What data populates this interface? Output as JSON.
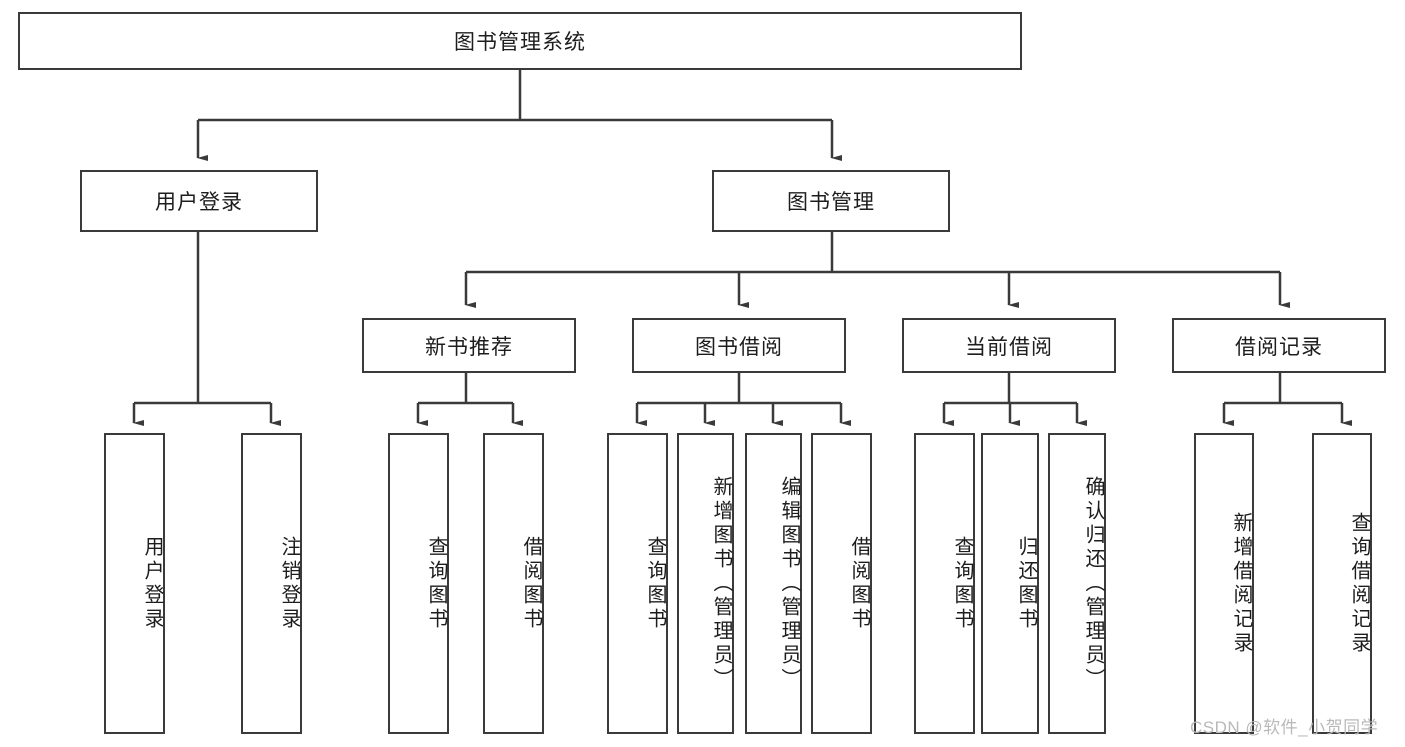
{
  "diagram": {
    "title": "图书管理系统",
    "type": "tree",
    "watermark": "CSDN @软件_小贺同学",
    "colors": {
      "box_border": "#3a3a3a",
      "box_fill": "#ffffff",
      "edge": "#3a3a3a",
      "text": "#1d1d1d",
      "watermark": "#b9b9b9"
    },
    "root": {
      "label": "图书管理系统"
    },
    "level1": [
      {
        "label": "用户登录"
      },
      {
        "label": "图书管理"
      }
    ],
    "level2": [
      {
        "label": "新书推荐"
      },
      {
        "label": "图书借阅"
      },
      {
        "label": "当前借阅"
      },
      {
        "label": "借阅记录"
      }
    ],
    "leaves": {
      "user_login": [
        {
          "label": "用户登录"
        },
        {
          "label": "注销登录"
        }
      ],
      "new_book_recommend": [
        {
          "label": "查询图书"
        },
        {
          "label": "借阅图书"
        }
      ],
      "book_borrow": [
        {
          "label": "查询图书"
        },
        {
          "label": "新增图书（管理员）"
        },
        {
          "label": "编辑图书（管理员）"
        },
        {
          "label": "借阅图书"
        }
      ],
      "current_borrow": [
        {
          "label": "查询图书"
        },
        {
          "label": "归还图书"
        },
        {
          "label": "确认归还（管理员）"
        }
      ],
      "borrow_record": [
        {
          "label": "新增借阅记录"
        },
        {
          "label": "查询借阅记录"
        }
      ]
    }
  }
}
